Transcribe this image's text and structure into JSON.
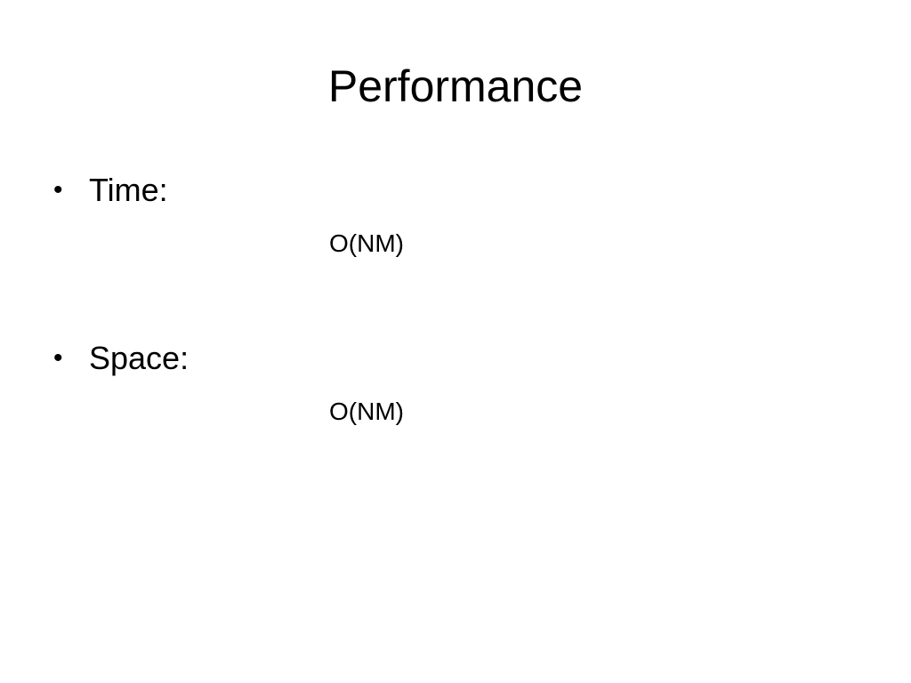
{
  "slide": {
    "title": "Performance",
    "bullets": [
      {
        "marker": "•",
        "label": "Time:",
        "value": "O(NM)"
      },
      {
        "marker": "•",
        "label": "Space:",
        "value": "O(NM)"
      }
    ]
  }
}
